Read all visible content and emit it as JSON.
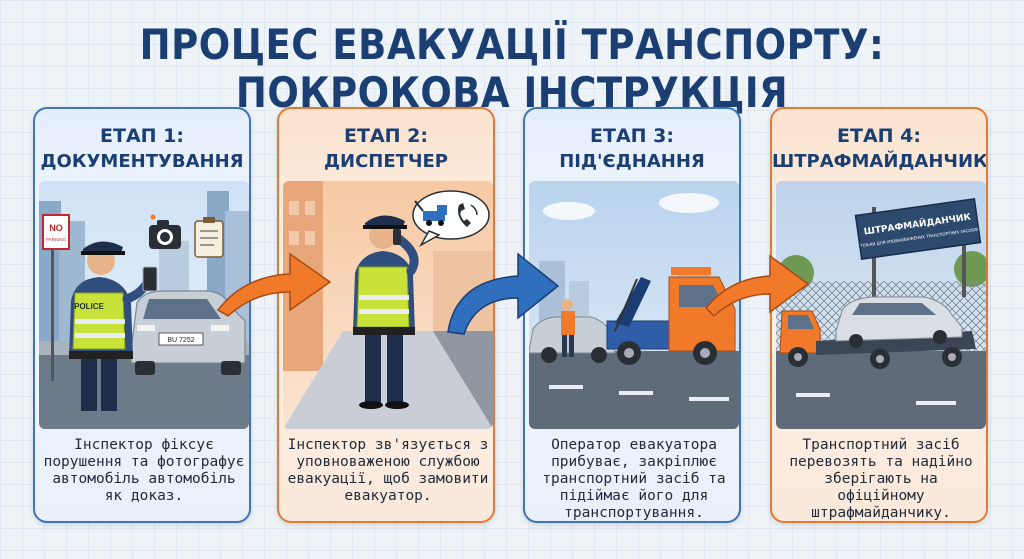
{
  "title": "ПРОЦЕС ЕВАКУАЦІЇ ТРАНСПОРТУ: ПОКРОКОВА ІНСТРУКЦІЯ",
  "colors": {
    "title": "#1b3f73",
    "blue_border": "#3f74b6",
    "orange_border": "#e07a36",
    "arrow_orange": "#f07a2a",
    "arrow_blue": "#2f6fbe"
  },
  "steps": [
    {
      "step": "ЕТАП 1:",
      "name": "ДОКУМЕНТУВАННЯ",
      "description": "Інспектор фіксує порушення та фотографує автомобіль автомобіль як доказ.",
      "scene": {
        "sign": "NO",
        "sign_sub": "PARKING",
        "vest": "POLICE",
        "plate": "BU 7252",
        "icons": [
          "camera-icon",
          "clipboard-icon"
        ]
      }
    },
    {
      "step": "ЕТАП 2:",
      "name": "ДИСПЕТЧЕР",
      "description": "Інспектор зв'язується з уповноваженою службою евакуації, щоб замовити евакуатор.",
      "scene": {
        "icons": [
          "tow-truck-icon",
          "phone-icon"
        ]
      }
    },
    {
      "step": "ЕТАП 3:",
      "name": "ПІД'ЄДНАННЯ",
      "description": "Оператор евакуатора прибуває, закріплює транспортний засіб та підіймає його для транспортування.",
      "scene": {
        "icons": [
          "tow-truck-icon"
        ]
      }
    },
    {
      "step": "ЕТАП 4:",
      "name": "ШТРАФМАЙДАНЧИК",
      "description": "Транспортний засіб перевозять та надійно зберігають на офіційному штрафмайданчику.",
      "scene": {
        "sign": "ШТРАФМАЙДАНЧИК",
        "sign_sub": "ТІЛЬКИ ДЛЯ УПОВНОВАЖЕНИХ ТРАНСПОРТНИХ ЗАСОБІВ",
        "icons": [
          "flatbed-truck-icon"
        ]
      }
    }
  ]
}
